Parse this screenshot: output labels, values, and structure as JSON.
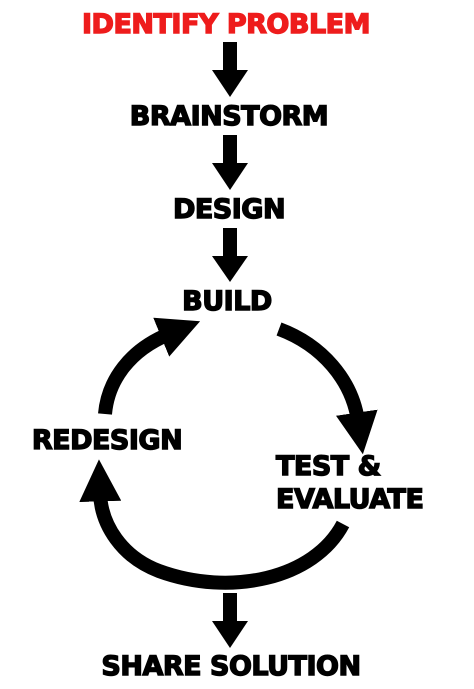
{
  "steps": {
    "identify": "IDENTIFY PROBLEM",
    "brainstorm": "BRAINSTORM",
    "design": "DESIGN",
    "build": "BUILD",
    "test_line1": "TEST &",
    "test_line2": "EVALUATE",
    "redesign": "REDESIGN",
    "share": "SHARE SOLUTION"
  },
  "colors": {
    "highlight": "#ee1c1c",
    "text": "#000000",
    "arrow": "#000000",
    "background": "#ffffff"
  },
  "arrow_icons": [
    "arrow-down-icon",
    "curved-arrow-icon"
  ]
}
